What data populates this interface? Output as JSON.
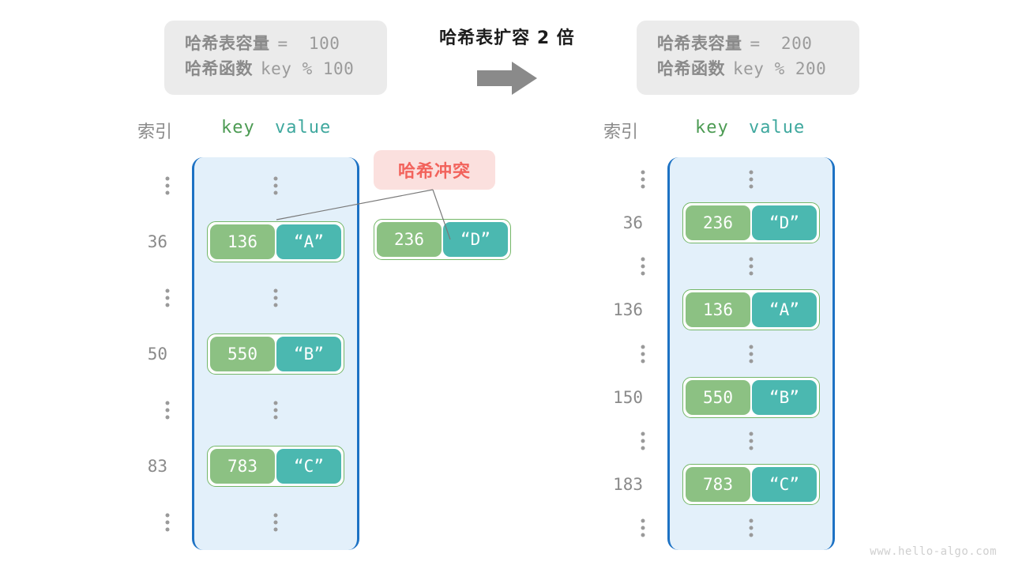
{
  "watermark": "www.hello-algo.com",
  "transition": {
    "title": "哈希表扩容 2 倍",
    "arrow_icon": "arrow-right-icon",
    "arrow_color": "#8a8a8a"
  },
  "colors": {
    "panel_fill": "#e3f0fa",
    "panel_border": "#1d72c4",
    "key_box": "#8cc183",
    "value_box": "#4bb8b0",
    "entry_border": "#74b768",
    "badge_bg": "#fbe0de",
    "badge_text": "#f2635c",
    "info_bg": "#ebebeb",
    "muted_text": "#8a8a8a"
  },
  "before": {
    "info": {
      "capacity_label": "哈希表容量",
      "capacity_value": "=  100",
      "function_label": "哈希函数",
      "function_value": "key % 100"
    },
    "headers": {
      "index": "索引",
      "key": "key",
      "value": "value"
    },
    "rows": [
      {
        "type": "dots",
        "index": "⋮"
      },
      {
        "type": "entry",
        "index": "36",
        "key": "136",
        "value": "“A”"
      },
      {
        "type": "dots",
        "index": "⋮"
      },
      {
        "type": "entry",
        "index": "50",
        "key": "550",
        "value": "“B”"
      },
      {
        "type": "dots",
        "index": "⋮"
      },
      {
        "type": "entry",
        "index": "83",
        "key": "783",
        "value": "“C”"
      },
      {
        "type": "dots",
        "index": "⋮"
      }
    ],
    "collision": {
      "badge_label": "哈希冲突",
      "entry": {
        "key": "236",
        "value": "“D”"
      }
    }
  },
  "after": {
    "info": {
      "capacity_label": "哈希表容量",
      "capacity_value": "=  200",
      "function_label": "哈希函数",
      "function_value": "key % 200"
    },
    "headers": {
      "index": "索引",
      "key": "key",
      "value": "value"
    },
    "rows": [
      {
        "type": "dots",
        "index": "⋮"
      },
      {
        "type": "entry",
        "index": "36",
        "key": "236",
        "value": "“D”"
      },
      {
        "type": "dots",
        "index": "⋮"
      },
      {
        "type": "entry",
        "index": "136",
        "key": "136",
        "value": "“A”"
      },
      {
        "type": "dots",
        "index": "⋮"
      },
      {
        "type": "entry",
        "index": "150",
        "key": "550",
        "value": "“B”"
      },
      {
        "type": "dots",
        "index": "⋮"
      },
      {
        "type": "entry",
        "index": "183",
        "key": "783",
        "value": "“C”"
      },
      {
        "type": "dots",
        "index": "⋮"
      }
    ]
  }
}
